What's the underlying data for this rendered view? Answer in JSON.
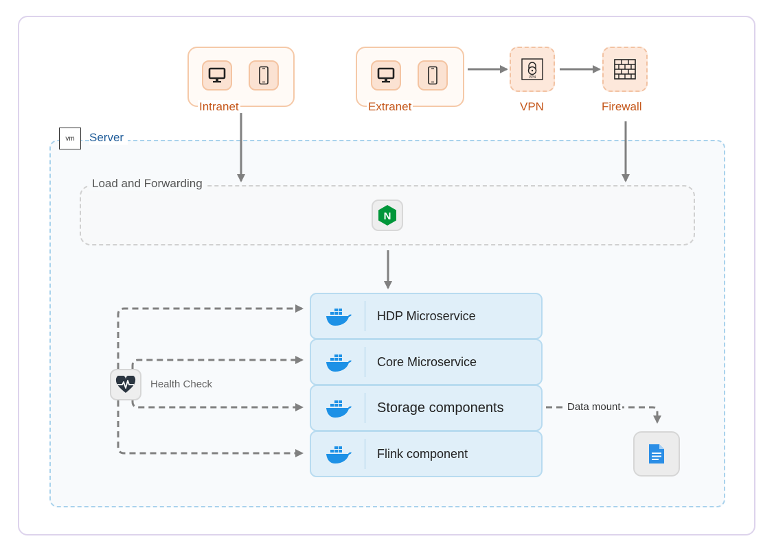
{
  "clients": {
    "intranet_label": "Intranet",
    "extranet_label": "Extranet"
  },
  "security": {
    "vpn_label": "VPN",
    "vpn_badge_text": "VPN",
    "firewall_label": "Firewall"
  },
  "server": {
    "badge": "vm",
    "label": "Server"
  },
  "load": {
    "label": "Load and Forwarding",
    "nginx_glyph": "N"
  },
  "services": [
    {
      "name": "HDP Microservice"
    },
    {
      "name": "Core Microservice"
    },
    {
      "name": "Storage components"
    },
    {
      "name": "Flink component"
    }
  ],
  "health": {
    "label": "Health Check"
  },
  "storage": {
    "mount_label": "Data mount"
  },
  "colors": {
    "orange": "#c5581c",
    "blue": "#1f5c99",
    "docker": "#1d91e6",
    "nginx": "#009639",
    "arrow": "#808080"
  }
}
